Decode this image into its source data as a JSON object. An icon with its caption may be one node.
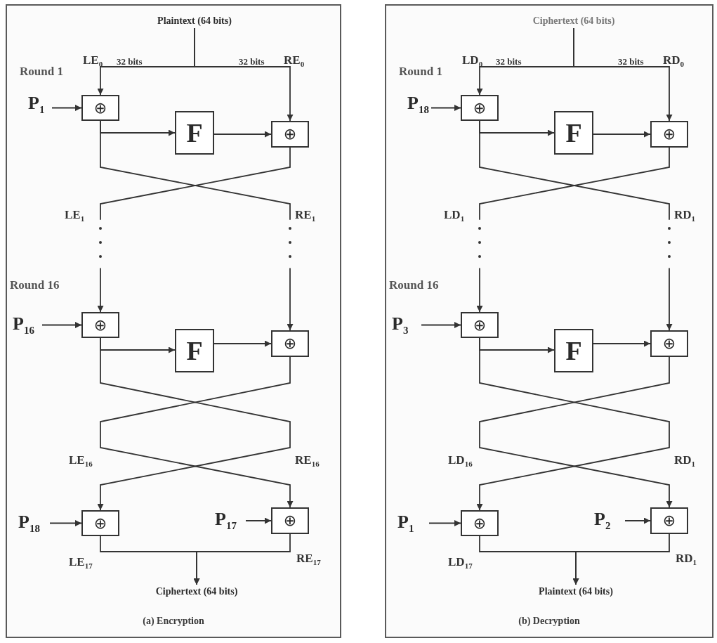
{
  "diagram": {
    "nodes": [
      {
        "text": [
          "(a) Encryption"
        ]
      },
      {
        "text": [
          "Plaintext (64 bits)"
        ],
        "in": 0
      },
      {
        "text": [
          "P$_{1}$"
        ],
        "in": 0
      },
      {
        "text": [
          "⊕"
        ],
        "in": 0
      },
      {
        "text": [
          "F"
        ],
        "in": 0
      },
      {
        "text": [
          "⊕"
        ],
        "in": 0
      },
      {
        "text": [
          "P$_{16}$"
        ],
        "in": 0
      },
      {
        "text": [
          "⊕"
        ],
        "in": 0
      },
      {
        "text": [
          "F"
        ],
        "in": 0
      },
      {
        "text": [
          "⊕"
        ],
        "in": 0
      },
      {
        "text": [
          "P$_{18}$"
        ],
        "in": 0
      },
      {
        "text": [
          "⊕"
        ],
        "in": 0
      },
      {
        "text": [
          "P$_{17}$"
        ],
        "in": 0
      },
      {
        "text": [
          "⊕"
        ],
        "in": 0
      },
      {
        "text": [
          "Ciphertext (64 bits)"
        ],
        "in": 0
      },
      {
        "text": [
          "(b) Decryption"
        ]
      },
      {
        "text": [
          "Ciphertext (64 bits)"
        ],
        "in": 15
      },
      {
        "text": [
          "P$_{18}$"
        ],
        "in": 15
      },
      {
        "text": [
          "⊕"
        ],
        "in": 15
      },
      {
        "text": [
          "F"
        ],
        "in": 15
      },
      {
        "text": [
          "⊕"
        ],
        "in": 15
      },
      {
        "text": [
          "P$_{3}$"
        ],
        "in": 15
      },
      {
        "text": [
          "⊕"
        ],
        "in": 15
      },
      {
        "text": [
          "F"
        ],
        "in": 15
      },
      {
        "text": [
          "⊕"
        ],
        "in": 15
      },
      {
        "text": [
          "P$_{1}$"
        ],
        "in": 15
      },
      {
        "text": [
          "⊕"
        ],
        "in": 15
      },
      {
        "text": [
          "P$_{2}$"
        ],
        "in": 15
      },
      {
        "text": [
          "⊕"
        ],
        "in": 15
      },
      {
        "text": [
          "Plaintext (64 bits)"
        ],
        "in": 15
      }
    ],
    "edges": [
      {
        "from": 1,
        "to": 3,
        "arrow": "to"
      },
      {
        "from": 1,
        "to": 5,
        "arrow": "to"
      },
      {
        "from": 2,
        "to": 3,
        "arrow": "to"
      },
      {
        "from": 3,
        "to": 4,
        "arrow": "to"
      },
      {
        "from": 4,
        "to": 5,
        "arrow": "to"
      },
      {
        "from": 3,
        "to": 9,
        "arrow": "to",
        "style": "dashed"
      },
      {
        "from": 5,
        "to": 7,
        "arrow": "to",
        "style": "dashed"
      },
      {
        "from": 6,
        "to": 7,
        "arrow": "to"
      },
      {
        "from": 7,
        "to": 8,
        "arrow": "to"
      },
      {
        "from": 8,
        "to": 9,
        "arrow": "to"
      },
      {
        "from": 7,
        "to": 11,
        "arrow": "to"
      },
      {
        "from": 9,
        "to": 13,
        "arrow": "to"
      },
      {
        "from": 10,
        "to": 11,
        "arrow": "to"
      },
      {
        "from": 12,
        "to": 13,
        "arrow": "to"
      },
      {
        "from": 11,
        "to": 14,
        "arrow": "to"
      },
      {
        "from": 13,
        "to": 14,
        "arrow": "to"
      },
      {
        "from": 16,
        "to": 18,
        "arrow": "to"
      },
      {
        "from": 16,
        "to": 20,
        "arrow": "to"
      },
      {
        "from": 17,
        "to": 18,
        "arrow": "to"
      },
      {
        "from": 18,
        "to": 19,
        "arrow": "to"
      },
      {
        "from": 19,
        "to": 20,
        "arrow": "to"
      },
      {
        "from": 18,
        "to": 24,
        "arrow": "to",
        "style": "dashed"
      },
      {
        "from": 20,
        "to": 22,
        "arrow": "to",
        "style": "dashed"
      },
      {
        "from": 21,
        "to": 22,
        "arrow": "to"
      },
      {
        "from": 22,
        "to": 23,
        "arrow": "to"
      },
      {
        "from": 23,
        "to": 24,
        "arrow": "to"
      },
      {
        "from": 22,
        "to": 26,
        "arrow": "to"
      },
      {
        "from": 24,
        "to": 28,
        "arrow": "to"
      },
      {
        "from": 25,
        "to": 26,
        "arrow": "to"
      },
      {
        "from": 27,
        "to": 28,
        "arrow": "to"
      },
      {
        "from": 26,
        "to": 29,
        "arrow": "to"
      },
      {
        "from": 28,
        "to": 29,
        "arrow": "to"
      }
    ],
    "labels": [
      "Round 1",
      "LE$_{0}$",
      "32 bits",
      "32 bits",
      "RE$_{0}$",
      "LE$_{1}$",
      "RE$_{1}$",
      "Round 16",
      "LE$_{16}$",
      "RE$_{16}$",
      "LE$_{17}$",
      "RE$_{17}$",
      "Round 1",
      "LD$_{0}$",
      "32 bits",
      "32 bits",
      "RD$_{0}$",
      "LD$_{1}$",
      "RD$_{1}$",
      "Round 16",
      "LD$_{16}$",
      "RD$_{1}$",
      "LD$_{17}$",
      "RD$_{1}$"
    ]
  }
}
